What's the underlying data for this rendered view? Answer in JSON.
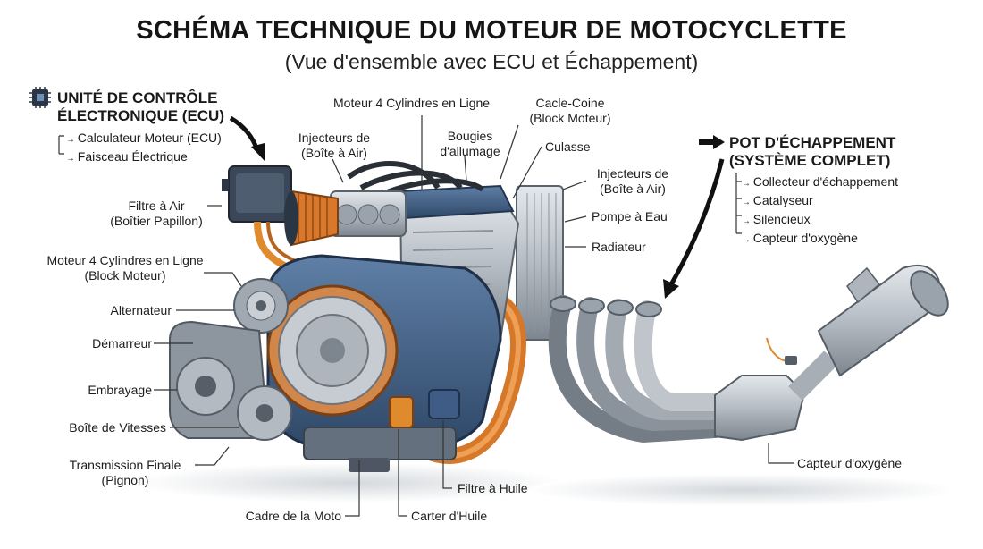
{
  "header": {
    "title": "SCHÉMA TECHNIQUE DU MOTEUR DE MOTOCYCLETTE",
    "subtitle": "(Vue d'ensemble avec ECU et Échappement)"
  },
  "ecu": {
    "heading": [
      "UNITÉ DE CONTRÔLE",
      "ÉLECTRONIQUE (ECU)"
    ],
    "items": [
      "Calculateur Moteur (ECU)",
      "Faisceau Électrique"
    ]
  },
  "exhaust": {
    "heading": [
      "POT D'ÉCHAPPEMENT",
      "(SYSTÈME COMPLET)"
    ],
    "items": [
      "Collecteur d'échappement",
      "Catalyseur",
      "Silencieux",
      "Capteur d'oxygène"
    ]
  },
  "labels": {
    "filtre_air": [
      "Filtre à Air",
      "(Boîtier Papillon)"
    ],
    "moteur_block_left": [
      "Moteur 4 Cylindres en Ligne",
      "(Block Moteur)"
    ],
    "alternateur": "Alternateur",
    "demarreur": "Démarreur",
    "embrayage": "Embrayage",
    "boite_vitesses": "Boîte de Vitesses",
    "transmission": [
      "Transmission Finale",
      "(Pignon)"
    ],
    "cadre": "Cadre de la Moto",
    "carter": "Carter d'Huile",
    "filtre_huile": "Filtre à Huile",
    "injecteurs_left": [
      "Injecteurs de",
      "(Boîte à Air)"
    ],
    "moteur_top": "Moteur 4 Cylindres en Ligne",
    "bougies": [
      "Bougies",
      "d'allumage"
    ],
    "cacle_coine": [
      "Cacle-Coine",
      "(Block Moteur)"
    ],
    "culasse": "Culasse",
    "injecteurs_right": [
      "Injecteurs de",
      "(Boîte à Air)"
    ],
    "pompe_eau": "Pompe à Eau",
    "radiateur": "Radiateur",
    "capteur_oxygene": "Capteur d'oxygène"
  },
  "icons": [
    "chip-icon",
    "arrow-right-icon"
  ]
}
